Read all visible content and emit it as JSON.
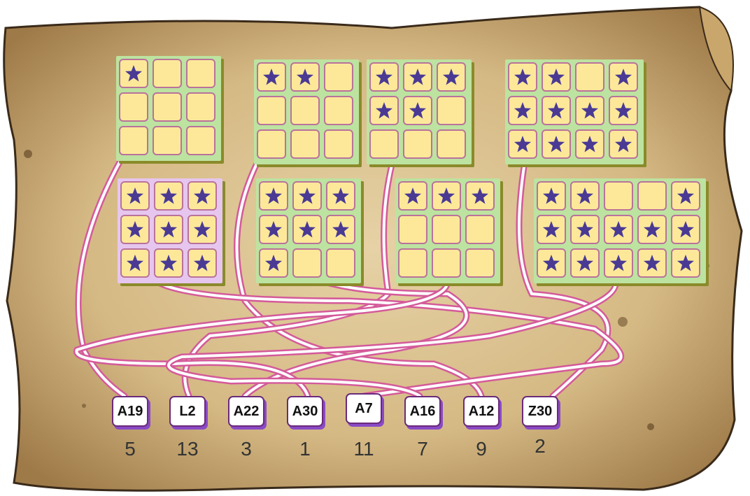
{
  "grids": [
    {
      "id": "g1",
      "color": "green",
      "cols": 3,
      "rows": 3,
      "stars": [
        1,
        0,
        0,
        0,
        0,
        0,
        0,
        0,
        0
      ]
    },
    {
      "id": "g2",
      "color": "green",
      "cols": 3,
      "rows": 3,
      "stars": [
        1,
        1,
        0,
        0,
        0,
        0,
        0,
        0,
        0
      ]
    },
    {
      "id": "g3",
      "color": "green",
      "cols": 3,
      "rows": 3,
      "stars": [
        1,
        1,
        1,
        1,
        1,
        0,
        0,
        0,
        0
      ]
    },
    {
      "id": "g4",
      "color": "green",
      "cols": 4,
      "rows": 3,
      "stars": [
        1,
        1,
        0,
        1,
        1,
        1,
        1,
        1,
        1,
        1,
        1,
        1
      ]
    },
    {
      "id": "g5",
      "color": "purple",
      "cols": 3,
      "rows": 3,
      "stars": [
        1,
        1,
        1,
        1,
        1,
        1,
        1,
        1,
        1
      ]
    },
    {
      "id": "g6",
      "color": "green",
      "cols": 3,
      "rows": 3,
      "stars": [
        1,
        1,
        1,
        1,
        1,
        1,
        1,
        0,
        0
      ]
    },
    {
      "id": "g7",
      "color": "green",
      "cols": 3,
      "rows": 3,
      "stars": [
        1,
        1,
        1,
        0,
        0,
        0,
        0,
        0,
        0
      ]
    },
    {
      "id": "g8",
      "color": "green",
      "cols": 5,
      "rows": 3,
      "stars": [
        1,
        1,
        0,
        0,
        1,
        1,
        1,
        1,
        1,
        1,
        1,
        1,
        1,
        1,
        1
      ]
    }
  ],
  "labels": [
    {
      "code": "A19",
      "number": "5"
    },
    {
      "code": "L2",
      "number": "13"
    },
    {
      "code": "A22",
      "number": "3"
    },
    {
      "code": "A30",
      "number": "1"
    },
    {
      "code": "A7",
      "number": "11"
    },
    {
      "code": "A16",
      "number": "7"
    },
    {
      "code": "A12",
      "number": "9"
    },
    {
      "code": "Z30",
      "number": "2"
    }
  ],
  "colors": {
    "parchment": "#d9c08e",
    "rope": "#d45a9a",
    "star": "#4a3a94",
    "cell": "#fde89a",
    "green": "#bde3a0",
    "purple": "#e6c6ee"
  }
}
